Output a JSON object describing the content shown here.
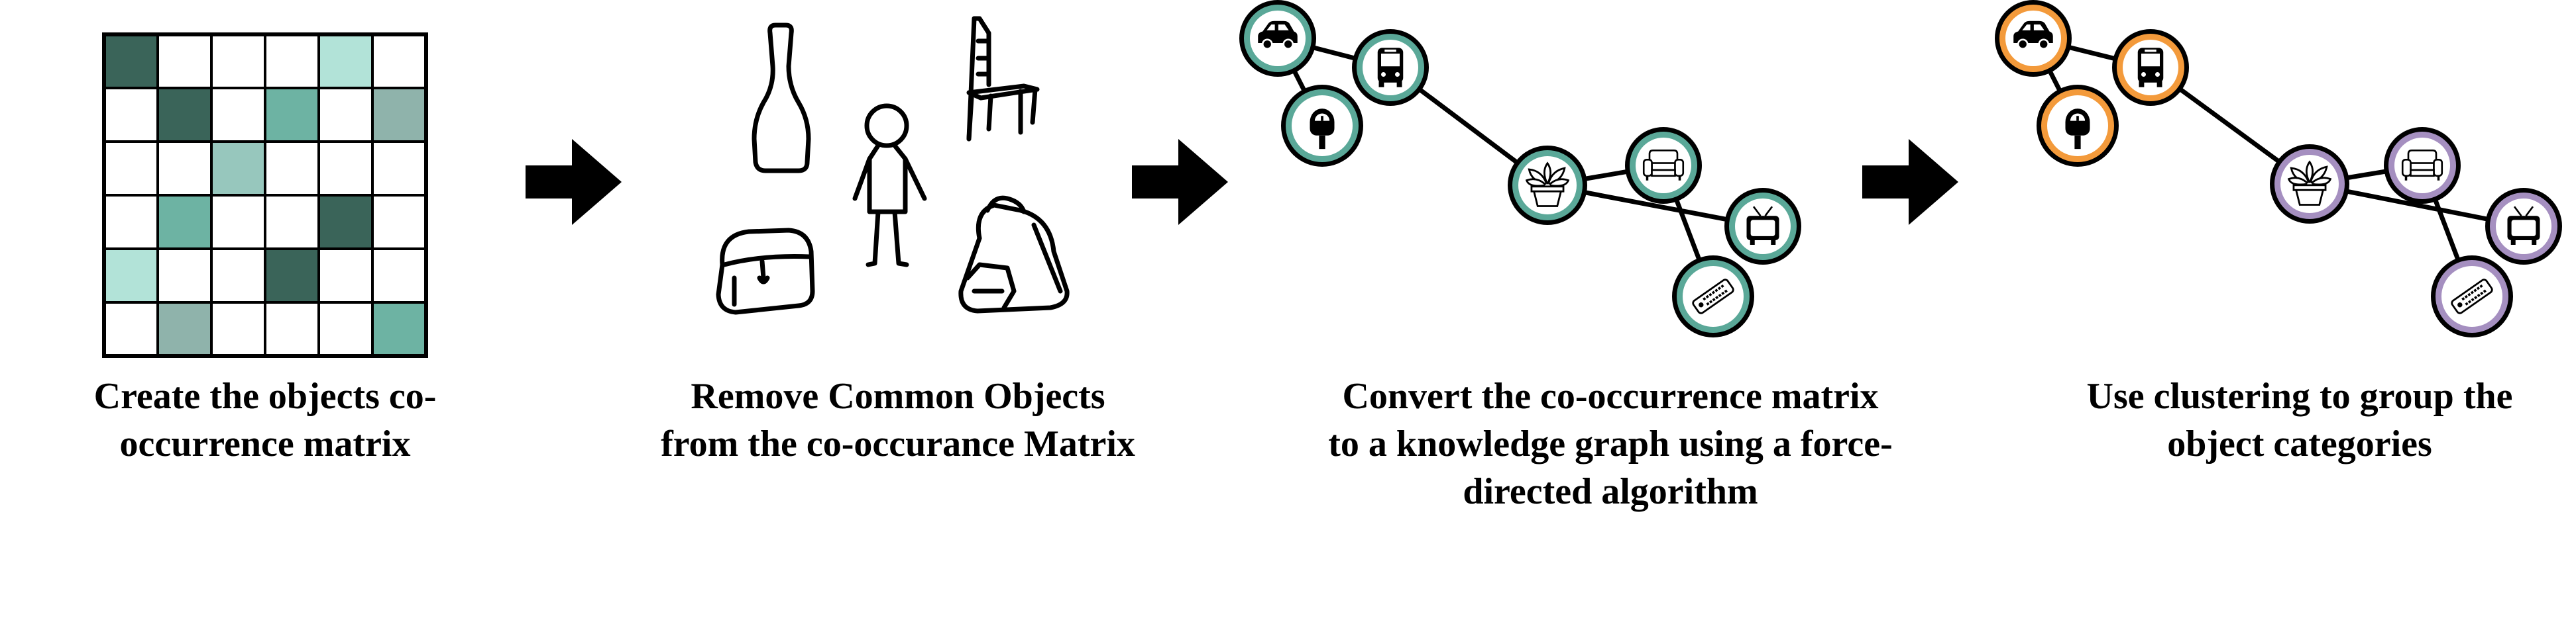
{
  "steps": [
    {
      "caption_lines": [
        "Create the objects co-",
        "occurrence matrix"
      ],
      "matrix": {
        "rows": 6,
        "cols": 6,
        "cells": [
          [
            3,
            0,
            0,
            0,
            1,
            0
          ],
          [
            0,
            3,
            0,
            2,
            0,
            5
          ],
          [
            0,
            0,
            4,
            0,
            0,
            0
          ],
          [
            0,
            2,
            0,
            0,
            3,
            0
          ],
          [
            1,
            0,
            0,
            3,
            0,
            0
          ],
          [
            0,
            5,
            0,
            0,
            0,
            2
          ]
        ],
        "palette": [
          "#ffffff",
          "#b2e3d8",
          "#6db3a3",
          "#3a6459",
          "#97c7bd",
          "#8fb3ab"
        ]
      }
    },
    {
      "caption_lines": [
        "Remove Common Objects",
        "from the co-occurance Matrix"
      ],
      "objects": [
        "bottle-icon",
        "chair-icon",
        "person-icon",
        "handbag-icon",
        "backpack-icon"
      ]
    },
    {
      "caption_lines": [
        "Convert the co-occurrence matrix",
        "to a knowledge graph using a force-",
        "directed algorithm"
      ],
      "nodes": [
        "car-icon",
        "bus-icon",
        "parking-meter-icon",
        "potted-plant-icon",
        "couch-icon",
        "tv-icon",
        "remote-icon"
      ],
      "ring_color": "#5aa898"
    },
    {
      "caption_lines": [
        "Use clustering to group the",
        "object categories"
      ],
      "nodes": [
        "car-icon",
        "bus-icon",
        "parking-meter-icon",
        "potted-plant-icon",
        "couch-icon",
        "tv-icon",
        "remote-icon"
      ],
      "cluster_colors": {
        "vehicles": "#f39a3b",
        "household": "#a58fc0"
      }
    }
  ],
  "arrows": [
    "arrow-right-icon",
    "arrow-right-icon",
    "arrow-right-icon"
  ]
}
